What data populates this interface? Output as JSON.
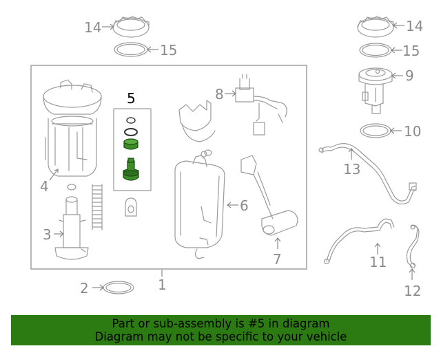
{
  "diagram": {
    "highlighted_part": "5",
    "callouts": {
      "c1": "1",
      "c2": "2",
      "c3": "3",
      "c4": "4",
      "c5": "5",
      "c6": "6",
      "c7": "7",
      "c8": "8",
      "c9": "9",
      "c10": "10",
      "c11": "11",
      "c12": "12",
      "c13": "13",
      "c14_left": "14",
      "c14_right": "14",
      "c15_left": "15",
      "c15_right": "15"
    },
    "colors": {
      "highlight_green": "#3c8c28",
      "banner_green": "#2b7a12",
      "part_gray": "#9a9a9a"
    }
  },
  "banner": {
    "line1": "Part or sub-assembly is #5 in diagram",
    "line2": "Diagram may not be specific to your vehicle"
  }
}
